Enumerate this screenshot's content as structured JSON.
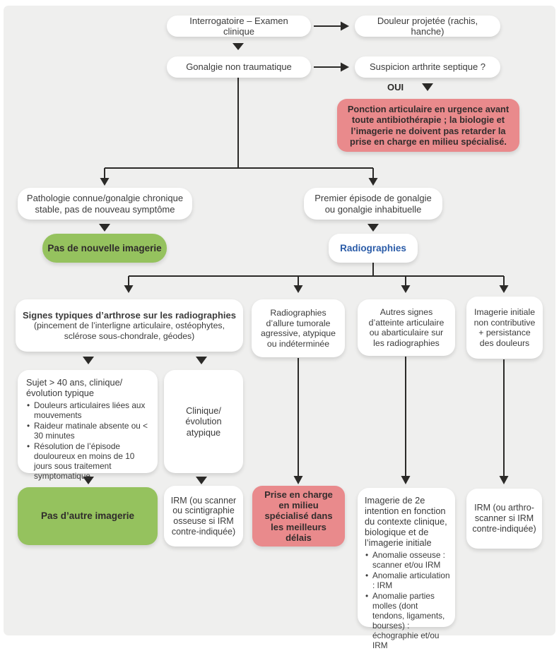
{
  "palette": {
    "panel_background": "#efefee",
    "node_background": "#ffffff",
    "alert_red": "#e98a8c",
    "ok_green": "#95c25e",
    "link_blue": "#2b5ca8",
    "text_dark": "#3b3b3b",
    "arrow_dark": "#2b2a28"
  },
  "nodes": {
    "interrogatoire": "Interrogatoire – Examen clinique",
    "douleur_projetee": "Douleur projetée (rachis, hanche)",
    "gonalgie": "Gonalgie non traumatique",
    "suspicion": "Suspicion arthrite septique ?",
    "oui_label": "OUI",
    "ponction": "Ponction articulaire en urgence avant toute antibiothérapie ; la biologie et l’imagerie ne doivent pas retarder la prise en charge en milieu spécialisé.",
    "pathologie_connue": "Pathologie connue/gonalgie chronique stable, pas de nouveau symptôme",
    "pas_de_nouvelle_imagerie": "Pas de nouvelle imagerie",
    "premier_episode": "Premier épisode de gonalgie ou gonalgie inhabituelle",
    "radiographies": "Radiographies",
    "col1_title": "Signes typiques d’arthrose sur les radiographies",
    "col1_sub": "(pincement de l’interligne articulaire, ostéophytes, sclérose sous-chondrale, géodes)",
    "col2": "Radiographies d’allure tumorale agressive, atypique ou indéterminée",
    "col3": "Autres signes d’atteinte articulaire ou abarticulaire sur les radiographies",
    "col4": "Imagerie initiale non contributive + persistance des douleurs",
    "sujet_title": "Sujet > 40 ans, clinique/ évolution typique",
    "sujet_bullets": [
      "Douleurs articulaires liées aux mouvements",
      "Raideur matinale absente ou < 30 minutes",
      "Résolution de l’épisode douloureux en moins de 10 jours sous traitement symptomatique"
    ],
    "clinique_atypique": "Clinique/ évolution atypique",
    "pas_d_autre_imagerie": "Pas d’autre imagerie",
    "irm_scanner_scinti": "IRM (ou scanner ou scintigraphie osseuse si IRM contre-indiquée)",
    "prise_en_charge": "Prise en charge en milieu spécialisé dans les meilleurs délais",
    "imagerie2_title": "Imagerie de 2e intention en fonction du contexte clinique, biologique et de l’imagerie initiale",
    "imagerie2_bullets": [
      "Anomalie osseuse : scanner et/ou IRM",
      "Anomalie articulation : IRM",
      "Anomalie parties molles (dont tendons, ligaments, bourses) : échographie et/ou IRM"
    ],
    "irm_arthro": "IRM (ou arthro-scanner si IRM contre-indiquée)"
  }
}
